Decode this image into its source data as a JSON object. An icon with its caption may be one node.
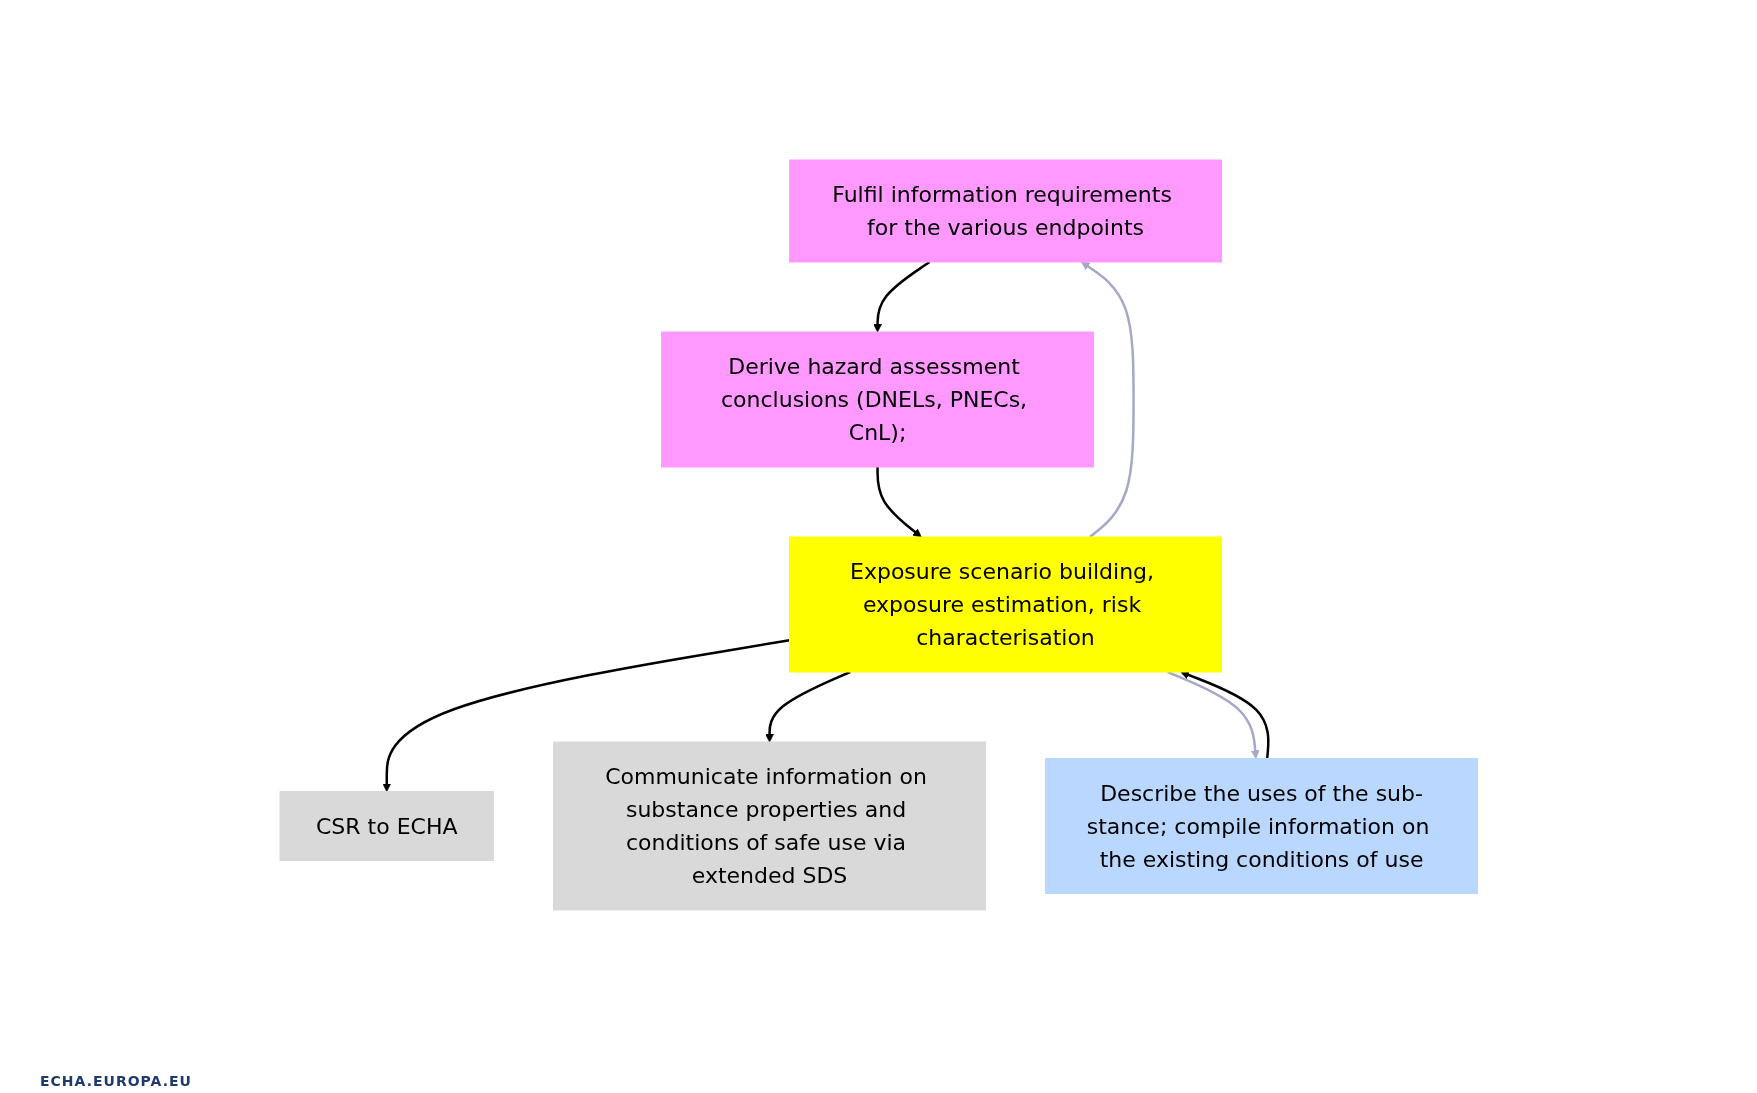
{
  "diagram": {
    "nodes": [
      {
        "text": [
          "Fulfil information requirements for the various endpoints"
        ]
      },
      {
        "text": [
          "Derive hazard assessment conclusions (DNELs, PNECs, CnL);"
        ]
      },
      {
        "text": [
          "Describe the uses of the sub-stance; compile information on the existing conditions of use"
        ]
      },
      {
        "text": [
          "Exposure scenario building, exposure estimation, risk characterisation"
        ]
      },
      {
        "text": [
          "CSR to ECHA"
        ]
      },
      {
        "text": [
          "Communicate information on substance properties and conditions of safe use via extended SDS"
        ]
      }
    ],
    "edges": [
      {
        "from": 0,
        "to": 1,
        "arrow": "to"
      },
      {
        "from": 1,
        "to": 3,
        "arrow": "to"
      },
      {
        "from": 2,
        "to": 3,
        "arrow": "to"
      },
      {
        "from": 3,
        "to": 4,
        "arrow": "to"
      },
      {
        "from": 3,
        "to": 5,
        "arrow": "to"
      },
      {
        "from": 3,
        "to": 0,
        "arrow": "to",
        "color": "#a6a8c8"
      },
      {
        "from": 3,
        "to": 2,
        "arrow": "to",
        "color": "#a6a8c8"
      }
    ],
    "labels": [
      "ECHA.EUROPA.EU"
    ]
  }
}
